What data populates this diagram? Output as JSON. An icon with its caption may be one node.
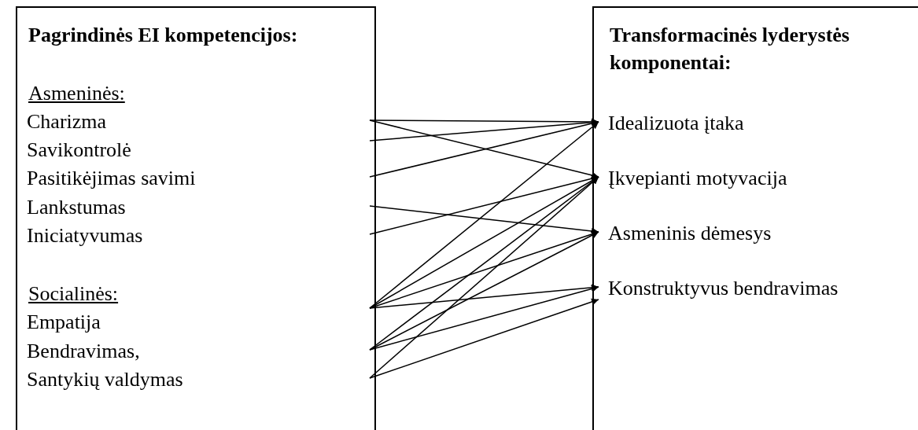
{
  "diagram": {
    "nodes": [
      {
        "text": [
          "Pagrindinės EI kompetencijos:"
        ]
      },
      {
        "text": [
          "Charizma"
        ],
        "in": 0
      },
      {
        "text": [
          "Savikontrolė"
        ],
        "in": 0
      },
      {
        "text": [
          "Pasitikėjimas savimi"
        ],
        "in": 0
      },
      {
        "text": [
          "Lankstumas"
        ],
        "in": 0
      },
      {
        "text": [
          "Iniciatyvumas"
        ],
        "in": 0
      },
      {
        "text": [
          "Empatija"
        ],
        "in": 0
      },
      {
        "text": [
          "Bendravimas,"
        ],
        "in": 0
      },
      {
        "text": [
          "Santykių valdymas"
        ],
        "in": 0
      },
      {
        "text": [
          "Transformacinės lyderystės komponentai:"
        ]
      },
      {
        "text": [
          "Idealizuota įtaka"
        ],
        "in": 9
      },
      {
        "text": [
          "Įkvepianti motyvacija"
        ],
        "in": 9
      },
      {
        "text": [
          "Asmeninis dėmesys"
        ],
        "in": 9
      },
      {
        "text": [
          "Konstruktyvus bendravimas"
        ],
        "in": 9
      }
    ],
    "edges": [
      {
        "from": 1,
        "to": 10,
        "arrow": "to"
      },
      {
        "from": 1,
        "to": 11,
        "arrow": "to"
      },
      {
        "from": 2,
        "to": 10,
        "arrow": "to"
      },
      {
        "from": 3,
        "to": 10,
        "arrow": "to"
      },
      {
        "from": 4,
        "to": 12,
        "arrow": "to"
      },
      {
        "from": 5,
        "to": 11,
        "arrow": "to"
      },
      {
        "from": 6,
        "to": 10,
        "arrow": "to"
      },
      {
        "from": 6,
        "to": 11,
        "arrow": "to"
      },
      {
        "from": 6,
        "to": 12,
        "arrow": "to"
      },
      {
        "from": 6,
        "to": 13,
        "arrow": "to"
      },
      {
        "from": 7,
        "to": 11,
        "arrow": "to"
      },
      {
        "from": 7,
        "to": 12,
        "arrow": "to"
      },
      {
        "from": 7,
        "to": 13,
        "arrow": "to"
      },
      {
        "from": 8,
        "to": 11,
        "arrow": "to"
      },
      {
        "from": 8,
        "to": 13,
        "arrow": "to"
      }
    ],
    "labels": [
      "Asmeninės:",
      "Socialinės:"
    ]
  }
}
